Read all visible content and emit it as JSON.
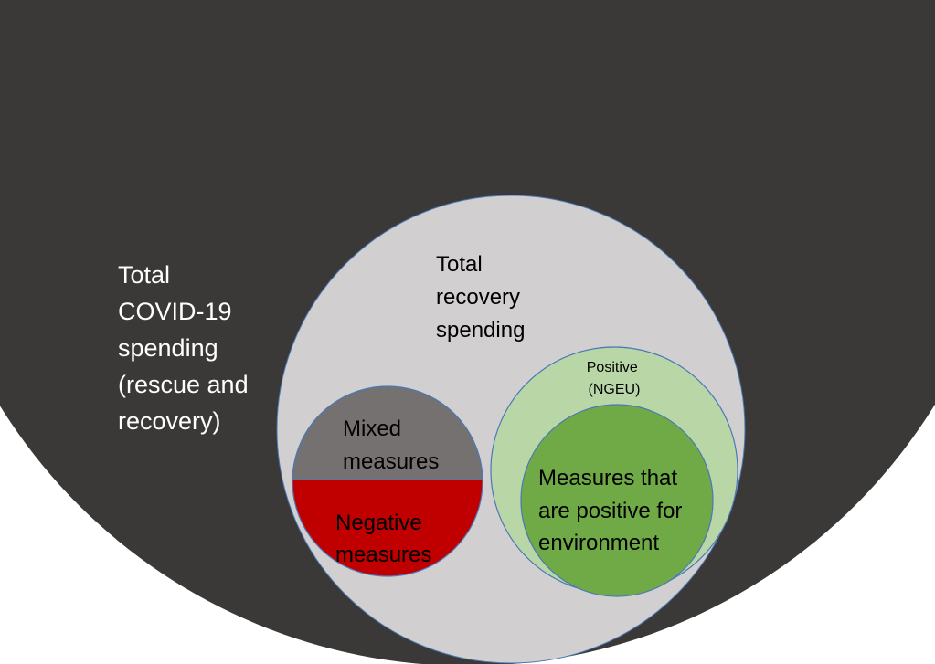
{
  "colors": {
    "total_covid": "#3a3938",
    "total_recovery": "#d1cfd0",
    "mixed": "#757170",
    "negative": "#c00000",
    "positive_ngeu": "#b9d7a6",
    "positive_env": "#6faa46",
    "outline": "#4a78b8"
  },
  "labels": {
    "total_covid": [
      "Total",
      "COVID-19",
      "spending",
      "(rescue and",
      "recovery)"
    ],
    "total_recovery": [
      "Total",
      "recovery",
      "spending"
    ],
    "mixed": [
      "Mixed",
      "measures"
    ],
    "negative": [
      "Negative",
      "measures"
    ],
    "positive_ngeu": [
      "Positive",
      "(NGEU)"
    ],
    "positive_env": [
      "Measures that",
      "are positive for",
      "environment"
    ]
  }
}
